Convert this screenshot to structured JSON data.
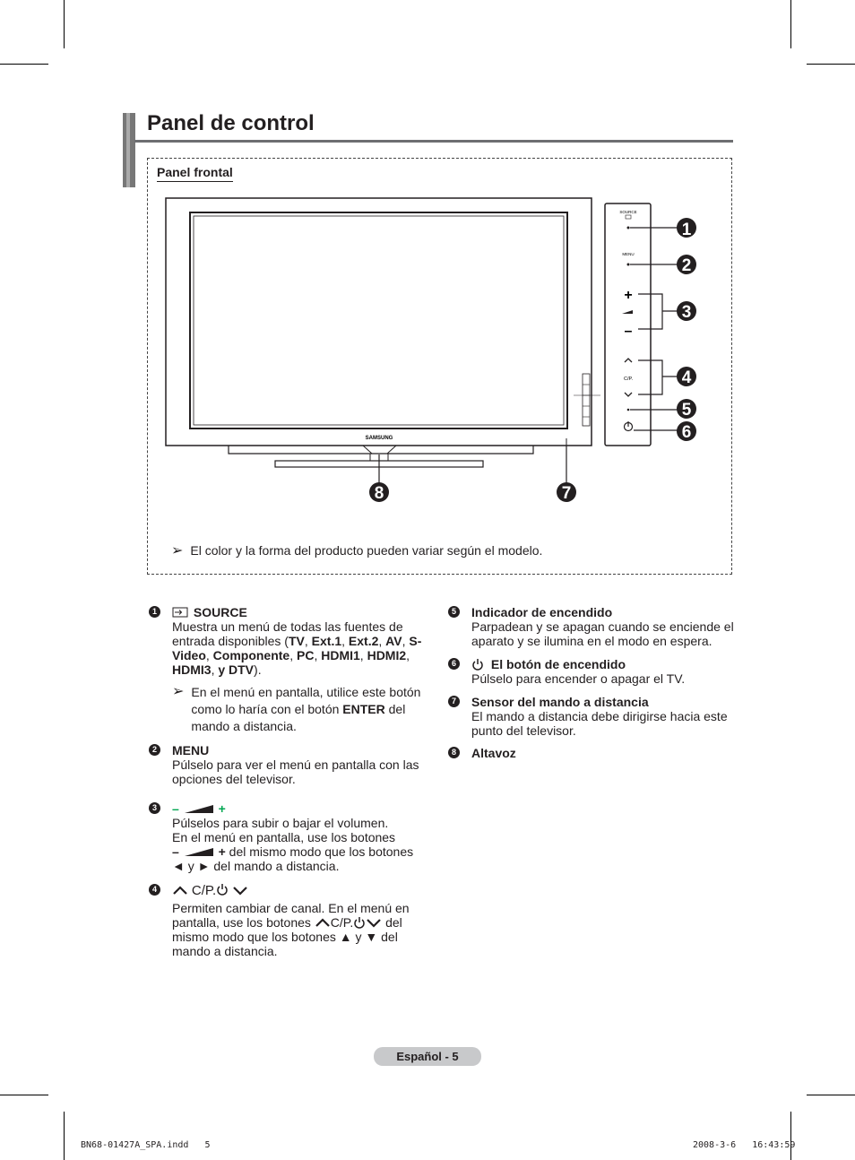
{
  "header": {
    "title": "Panel de control"
  },
  "panel": {
    "label": "Panel frontal",
    "brand": "SAMSUNG",
    "side_labels": {
      "source": "SOURCE",
      "menu": "MENU",
      "cp": "C/P."
    },
    "callouts": [
      "1",
      "2",
      "3",
      "4",
      "5",
      "6",
      "7",
      "8"
    ],
    "note": "El color y la forma del producto pueden variar según el modelo."
  },
  "items": {
    "i1": {
      "num": "1",
      "title": "SOURCE",
      "body_a": "Muestra un menú de todas las fuentes de entrada disponibles (",
      "tv": "TV",
      "ext1": "Ext.1",
      "ext2": "Ext.2",
      "av": "AV",
      "svideo": "S-Video",
      "comp": "Componente",
      "pc": "PC",
      "hdmi1": "HDMI1",
      "hdmi2": "HDMI2",
      "hdmi3": "HDMI3",
      "ydtv": "y DTV",
      "close": ").",
      "sub_a": "En el menú en pantalla, utilice este botón como lo haría con el botón ",
      "sub_enter": "ENTER",
      "sub_b": " del mando a distancia."
    },
    "i2": {
      "num": "2",
      "title": "MENU",
      "body": "Púlselo para ver el menú en pantalla con las opciones del televisor."
    },
    "i3": {
      "num": "3",
      "minus": "–",
      "plus": "+",
      "body1": "Púlselos para subir o bajar el volumen.",
      "body2": "En el menú en pantalla, use los botones",
      "body3": " del mismo modo que los botones",
      "body4": "◄ y ► del mando a distancia."
    },
    "i4": {
      "num": "4",
      "cp": "C/P.",
      "body_a": "Permiten cambiar de canal. En el menú en pantalla, use los botones ",
      "body_b": " del mismo modo que los botones ▲ y ▼ del mando a distancia."
    },
    "i5": {
      "num": "5",
      "title": "Indicador de encendido",
      "body": "Parpadean y se apagan cuando se enciende el aparato y se ilumina en el modo en espera."
    },
    "i6": {
      "num": "6",
      "title": "El botón de encendido",
      "body": "Púlselo para encender o apagar el TV."
    },
    "i7": {
      "num": "7",
      "title": "Sensor del mando a distancia",
      "body": "El mando a distancia debe dirigirse hacia este punto del televisor."
    },
    "i8": {
      "num": "8",
      "title": "Altavoz"
    }
  },
  "footer": {
    "page": "Español - 5",
    "file": "BN68-01427A_SPA.indd   5",
    "date": "2008-3-6   16:43:59"
  }
}
